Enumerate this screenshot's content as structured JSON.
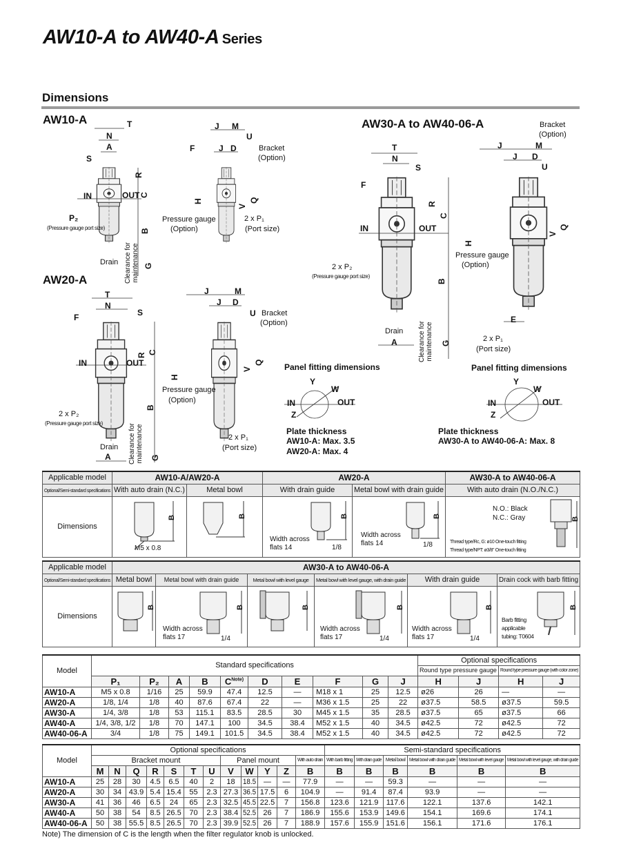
{
  "header": {
    "title": "AW10-A to AW40-A",
    "series": "Series",
    "section": "Dimensions"
  },
  "drawings": {
    "aw10": [
      "AW10-A",
      "T",
      "N",
      "A",
      "S",
      "R",
      "C",
      "IN",
      "OUT",
      "P₂",
      "(Pressure gauge port size)",
      "B",
      "Drain",
      "Clearance for maintenance",
      "G",
      "J",
      "M",
      "U",
      "F",
      "J",
      "D",
      "Bracket",
      "(Option)",
      "H",
      "V",
      "Q",
      "Pressure gauge",
      "(Option)",
      "2 x P₁",
      "(Port size)"
    ],
    "aw20": [
      "AW20-A",
      "T",
      "N",
      "F",
      "S",
      "R",
      "C",
      "IN",
      "OUT",
      "B",
      "2 x P₂",
      "(Pressure gauge port size)",
      "Drain",
      "A",
      "Clearance for maintenance",
      "G",
      "J",
      "M",
      "J",
      "D",
      "U",
      "Bracket",
      "(Option)",
      "V",
      "Q",
      "H",
      "Pressure gauge",
      "(Option)",
      "2 x P₁",
      "(Port size)"
    ],
    "aw30": [
      "AW30-A to AW40-06-A",
      "T",
      "N",
      "S",
      "F",
      "R",
      "C",
      "IN",
      "OUT",
      "2 x P₂",
      "(Pressure gauge port size)",
      "B",
      "Drain",
      "A",
      "Clearance for maintenance",
      "G",
      "Bracket",
      "(Option)",
      "J",
      "M",
      "J",
      "D",
      "U",
      "V",
      "Q",
      "H",
      "Pressure gauge",
      "(Option)",
      "E",
      "2 x P₁",
      "(Port size)"
    ],
    "panel": [
      "Panel fitting dimensions",
      "Y",
      "W",
      "IN",
      "OUT",
      "Z",
      "Plate thickness",
      "AW10-A: Max. 3.5",
      "AW20-A: Max. 4",
      "Panel fitting dimensions",
      "Y",
      "W",
      "IN",
      "OUT",
      "Z",
      "Plate thickness",
      "AW30-A to AW40-06-A: Max. 8"
    ]
  },
  "table1": {
    "applicable_label": "Applicable model",
    "spec_label": "Optional/Semi-standard specifications",
    "dims_label": "Dimensions",
    "models": [
      "AW10-A/AW20-A",
      "AW20-A",
      "AW30-A to AW40-06-A"
    ],
    "specs": [
      "With auto drain (N.C.)",
      "Metal bowl",
      "With drain guide",
      "Metal bowl with drain guide",
      "With auto drain (N.O./N.C.)"
    ],
    "b": "B",
    "notes": {
      "m5": "M5 x 0.8",
      "waf14": "Width across",
      "flats14": "flats 14",
      "p18": "1/8",
      "no": "N.O.: Black",
      "nc": "N.C.: Gray",
      "rc": "Thread type/Rc, G: ø10 One-touch fitting",
      "npt": "Thread type/NPT: ø3/8\" One-touch fitting"
    }
  },
  "table2": {
    "applicable_label": "Applicable model",
    "spec_label": "Optional/Semi-standard specifications",
    "dims_label": "Dimensions",
    "model": "AW30-A to AW40-06-A",
    "specs": [
      "Metal bowl",
      "Metal bowl with drain guide",
      "Metal bowl with level gauge",
      "Metal bowl with level gauge, with drain guide",
      "With drain guide",
      "Drain cock with barb fitting"
    ],
    "b": "B",
    "notes": {
      "waf": "Width across",
      "flats17": "flats 17",
      "p14": "1/4",
      "barb1": "Barb fitting",
      "barb2": "applicable",
      "barb3": "tubing: T0604"
    }
  },
  "table3": {
    "model_label": "Model",
    "standard_label": "Standard specifications",
    "optional_label": "Optional specifications",
    "gauge1": "Round type pressure gauge",
    "gauge2": "Round type pressure gauge (with color zone)",
    "columns": [
      "P₁",
      "P₂",
      "A",
      "B",
      "C",
      "D",
      "E",
      "F",
      "G",
      "J",
      "H",
      "J",
      "H",
      "J"
    ],
    "c_note": "Note)",
    "rows": [
      [
        "AW10-A",
        "M5 x 0.8",
        "1/16",
        "25",
        "59.9",
        "47.4",
        "12.5",
        "—",
        "M18 x 1",
        "25",
        "12.5",
        "ø26",
        "26",
        "—",
        "—"
      ],
      [
        "AW20-A",
        "1/8, 1/4",
        "1/8",
        "40",
        "87.6",
        "67.4",
        "22",
        "—",
        "M36 x 1.5",
        "25",
        "22",
        "ø37.5",
        "58.5",
        "ø37.5",
        "59.5"
      ],
      [
        "AW30-A",
        "1/4, 3/8",
        "1/8",
        "53",
        "115.1",
        "83.5",
        "28.5",
        "30",
        "M45 x 1.5",
        "35",
        "28.5",
        "ø37.5",
        "65",
        "ø37.5",
        "66"
      ],
      [
        "AW40-A",
        "1/4, 3/8, 1/2",
        "1/8",
        "70",
        "147.1",
        "100",
        "34.5",
        "38.4",
        "M52 x 1.5",
        "40",
        "34.5",
        "ø42.5",
        "72",
        "ø42.5",
        "72"
      ],
      [
        "AW40-06-A",
        "3/4",
        "1/8",
        "75",
        "149.1",
        "101.5",
        "34.5",
        "38.4",
        "M52 x 1.5",
        "40",
        "34.5",
        "ø42.5",
        "72",
        "ø42.5",
        "72"
      ]
    ]
  },
  "table4": {
    "model_label": "Model",
    "optional_label": "Optional specifications",
    "semi_label": "Semi-standard specifications",
    "bracket_label": "Bracket mount",
    "panel_label": "Panel mount",
    "auto_drain": "With auto drain",
    "semi_cols": [
      "With barb fitting",
      "With drain guide",
      "Metal bowl",
      "Metal bowl with drain guide",
      "Metal bowl with level gauge",
      "Metal bowl with level gauge, with drain guide"
    ],
    "columns": [
      "M",
      "N",
      "Q",
      "R",
      "S",
      "T",
      "U",
      "V",
      "W",
      "Y",
      "Z",
      "B",
      "B",
      "B",
      "B",
      "B",
      "B",
      "B"
    ],
    "rows": [
      [
        "AW10-A",
        "25",
        "28",
        "30",
        "4.5",
        "6.5",
        "40",
        "2",
        "18",
        "18.5",
        "—",
        "—",
        "77.9",
        "—",
        "—",
        "59.3",
        "—",
        "—",
        "—"
      ],
      [
        "AW20-A",
        "30",
        "34",
        "43.9",
        "5.4",
        "15.4",
        "55",
        "2.3",
        "27.3",
        "36.5",
        "17.5",
        "6",
        "104.9",
        "—",
        "91.4",
        "87.4",
        "93.9",
        "—",
        "—"
      ],
      [
        "AW30-A",
        "41",
        "36",
        "46",
        "6.5",
        "24",
        "65",
        "2.3",
        "32.5",
        "45.5",
        "22.5",
        "7",
        "156.8",
        "123.6",
        "121.9",
        "117.6",
        "122.1",
        "137.6",
        "142.1"
      ],
      [
        "AW40-A",
        "50",
        "38",
        "54",
        "8.5",
        "26.5",
        "70",
        "2.3",
        "38.4",
        "52.5",
        "26",
        "7",
        "186.9",
        "155.6",
        "153.9",
        "149.6",
        "154.1",
        "169.6",
        "174.1"
      ],
      [
        "AW40-06-A",
        "50",
        "38",
        "55.5",
        "8.5",
        "26.5",
        "70",
        "2.3",
        "39.9",
        "52.5",
        "26",
        "7",
        "188.9",
        "157.6",
        "155.9",
        "151.6",
        "156.1",
        "171.6",
        "176.1"
      ]
    ]
  },
  "note": "Note) The dimension of C is the length when the filter regulator knob is unlocked."
}
